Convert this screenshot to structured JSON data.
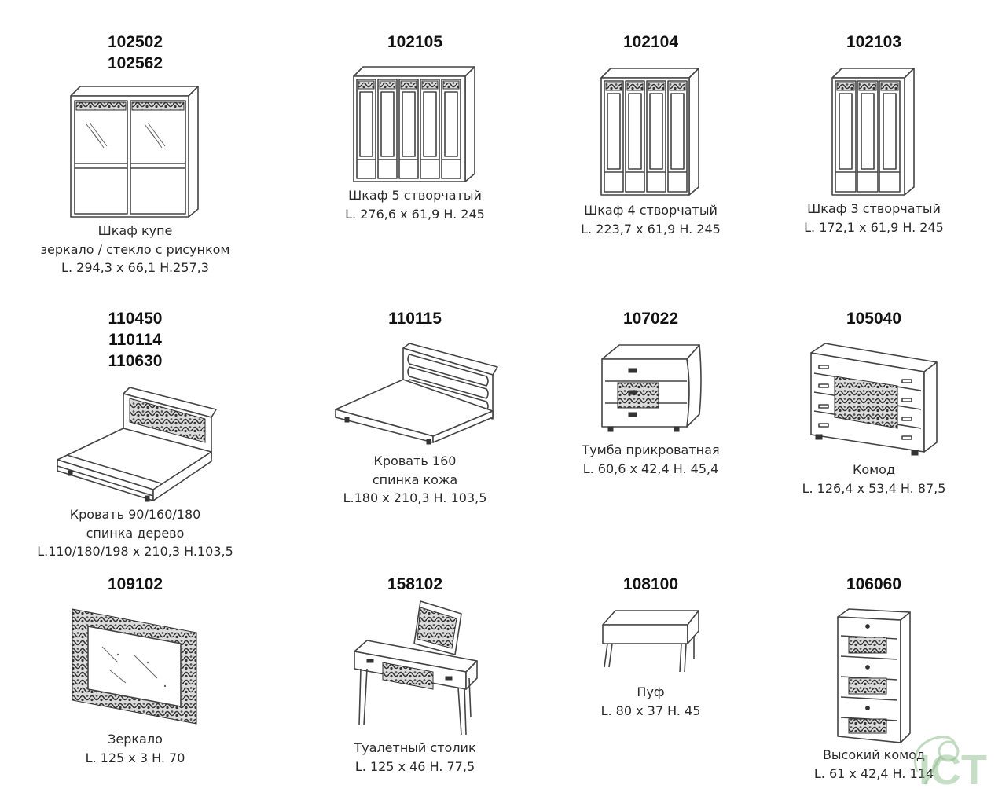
{
  "items": [
    {
      "codes": [
        "102502",
        "102562"
      ],
      "lines": [
        "Шкаф купе",
        "зеркало / стекло с рисунком",
        "L. 294,3 x 66,1 H.257,3"
      ],
      "icon": "sliding-wardrobe-icon"
    },
    {
      "codes": [
        "102105"
      ],
      "lines": [
        "Шкаф 5 створчатый",
        "L. 276,6 x 61,9 H. 245"
      ],
      "icon": "wardrobe-5-door-icon"
    },
    {
      "codes": [
        "102104"
      ],
      "lines": [
        "Шкаф 4 створчатый",
        "L. 223,7 x 61,9 H. 245"
      ],
      "icon": "wardrobe-4-door-icon"
    },
    {
      "codes": [
        "102103"
      ],
      "lines": [
        "Шкаф 3 створчатый",
        "L. 172,1 x 61,9 H. 245"
      ],
      "icon": "wardrobe-3-door-icon"
    },
    {
      "codes": [
        "110450",
        "110114",
        "110630"
      ],
      "lines": [
        "Кровать 90/160/180",
        "спинка дерево",
        "L.110/180/198 x 210,3 H.103,5"
      ],
      "icon": "bed-wood-headboard-icon"
    },
    {
      "codes": [
        "110115"
      ],
      "lines": [
        "Кровать 160",
        "спинка кожа",
        "L.180 x 210,3 H. 103,5"
      ],
      "icon": "bed-leather-headboard-icon"
    },
    {
      "codes": [
        "107022"
      ],
      "lines": [
        "Тумба прикроватная",
        "L. 60,6 x 42,4 H. 45,4"
      ],
      "icon": "nightstand-icon"
    },
    {
      "codes": [
        "105040"
      ],
      "lines": [
        "Комод",
        "L. 126,4 x 53,4 H. 87,5"
      ],
      "icon": "chest-of-drawers-icon"
    },
    {
      "codes": [
        "109102"
      ],
      "lines": [
        "Зеркало",
        "L. 125 x 3 H. 70"
      ],
      "icon": "mirror-icon"
    },
    {
      "codes": [
        "158102"
      ],
      "lines": [
        "Туалетный столик",
        "L. 125 x 46 H. 77,5"
      ],
      "icon": "dressing-table-icon"
    },
    {
      "codes": [
        "108100"
      ],
      "lines": [
        "Пуф",
        "L. 80 x 37 H. 45"
      ],
      "icon": "pouf-bench-icon"
    },
    {
      "codes": [
        "106060"
      ],
      "lines": [
        "Высокий комод",
        "L. 61 x 42,4 H. 114"
      ],
      "icon": "tall-chest-icon"
    }
  ],
  "logo": {
    "text": "ICT",
    "icon": "brand-logo-watermark",
    "color": "#8fbf8f"
  }
}
